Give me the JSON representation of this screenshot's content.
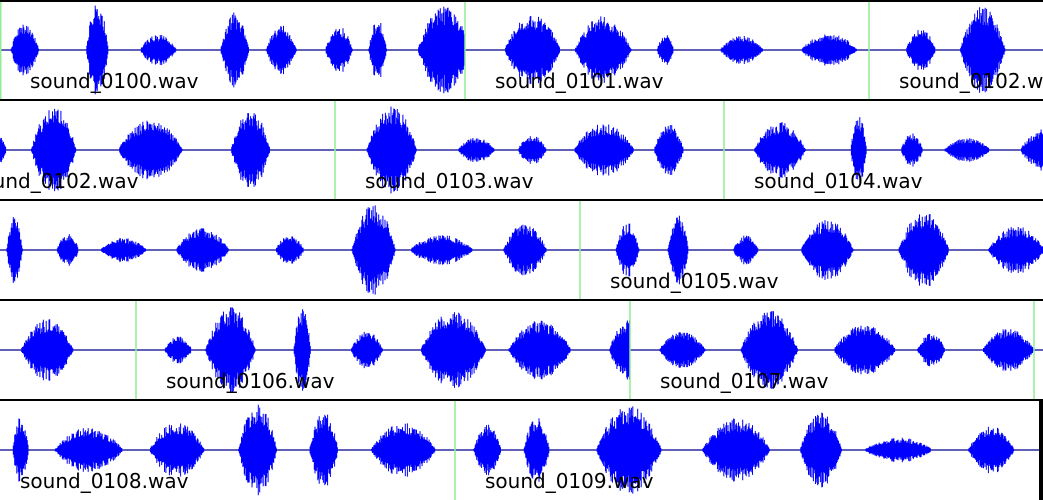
{
  "colors": {
    "waveform": "#0000ff",
    "baseline": "#00008b",
    "boundary": "#90ee90",
    "row_border": "#000000",
    "label": "#000000",
    "background": "#ffffff"
  },
  "rows": [
    {
      "segments": [
        {
          "label": "sound_0100.wav",
          "start": 0,
          "end": 465,
          "label_shown": true
        },
        {
          "label": "sound_0101.wav",
          "start": 465,
          "end": 869,
          "label_shown": true
        },
        {
          "label": "sound_0102.wav",
          "start": 869,
          "end": 1043,
          "label_shown": true
        }
      ]
    },
    {
      "segments": [
        {
          "label": "sound_0102.wav",
          "start": -60,
          "end": 335,
          "label_shown": true
        },
        {
          "label": "sound_0103.wav",
          "start": 335,
          "end": 724,
          "label_shown": true
        },
        {
          "label": "sound_0104.wav",
          "start": 724,
          "end": 1043,
          "label_shown": true
        }
      ]
    },
    {
      "segments": [
        {
          "label": "sound_0104.wav",
          "start": -120,
          "end": 580,
          "label_shown": false
        },
        {
          "label": "sound_0105.wav",
          "start": 580,
          "end": 1043,
          "label_shown": true
        }
      ]
    },
    {
      "segments": [
        {
          "label": "sound_0105.wav",
          "start": -200,
          "end": 136,
          "label_shown": false
        },
        {
          "label": "sound_0106.wav",
          "start": 136,
          "end": 630,
          "label_shown": true
        },
        {
          "label": "sound_0107.wav",
          "start": 630,
          "end": 1034,
          "label_shown": true
        },
        {
          "label": "sound_0108.wav",
          "start": 1034,
          "end": 1043,
          "label_shown": false
        }
      ]
    },
    {
      "segments": [
        {
          "label": "sound_0108.wav",
          "start": -10,
          "end": 455,
          "label_shown": true
        },
        {
          "label": "sound_0109.wav",
          "start": 455,
          "end": 1039,
          "label_shown": true
        }
      ]
    }
  ]
}
